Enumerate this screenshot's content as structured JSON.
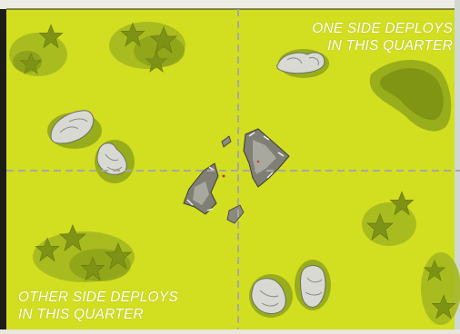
{
  "board": {
    "ground_color": "#d4e021",
    "frame_color": "#1c1c14",
    "divider_color": "#a8a8a0",
    "foliage_color": "#9fb31d",
    "rock_color": "#d9d9d4"
  },
  "deployment_labels": {
    "top_right": [
      "ONE SIDE DEPLOYS",
      "IN THIS QUARTER"
    ],
    "bottom_left": [
      "OTHER SIDE DEPLOYS",
      "IN THIS QUARTER"
    ]
  },
  "terrain_icons": [
    "forest-icon",
    "rock-outcrop-icon",
    "ruin-icon",
    "hill-icon"
  ]
}
